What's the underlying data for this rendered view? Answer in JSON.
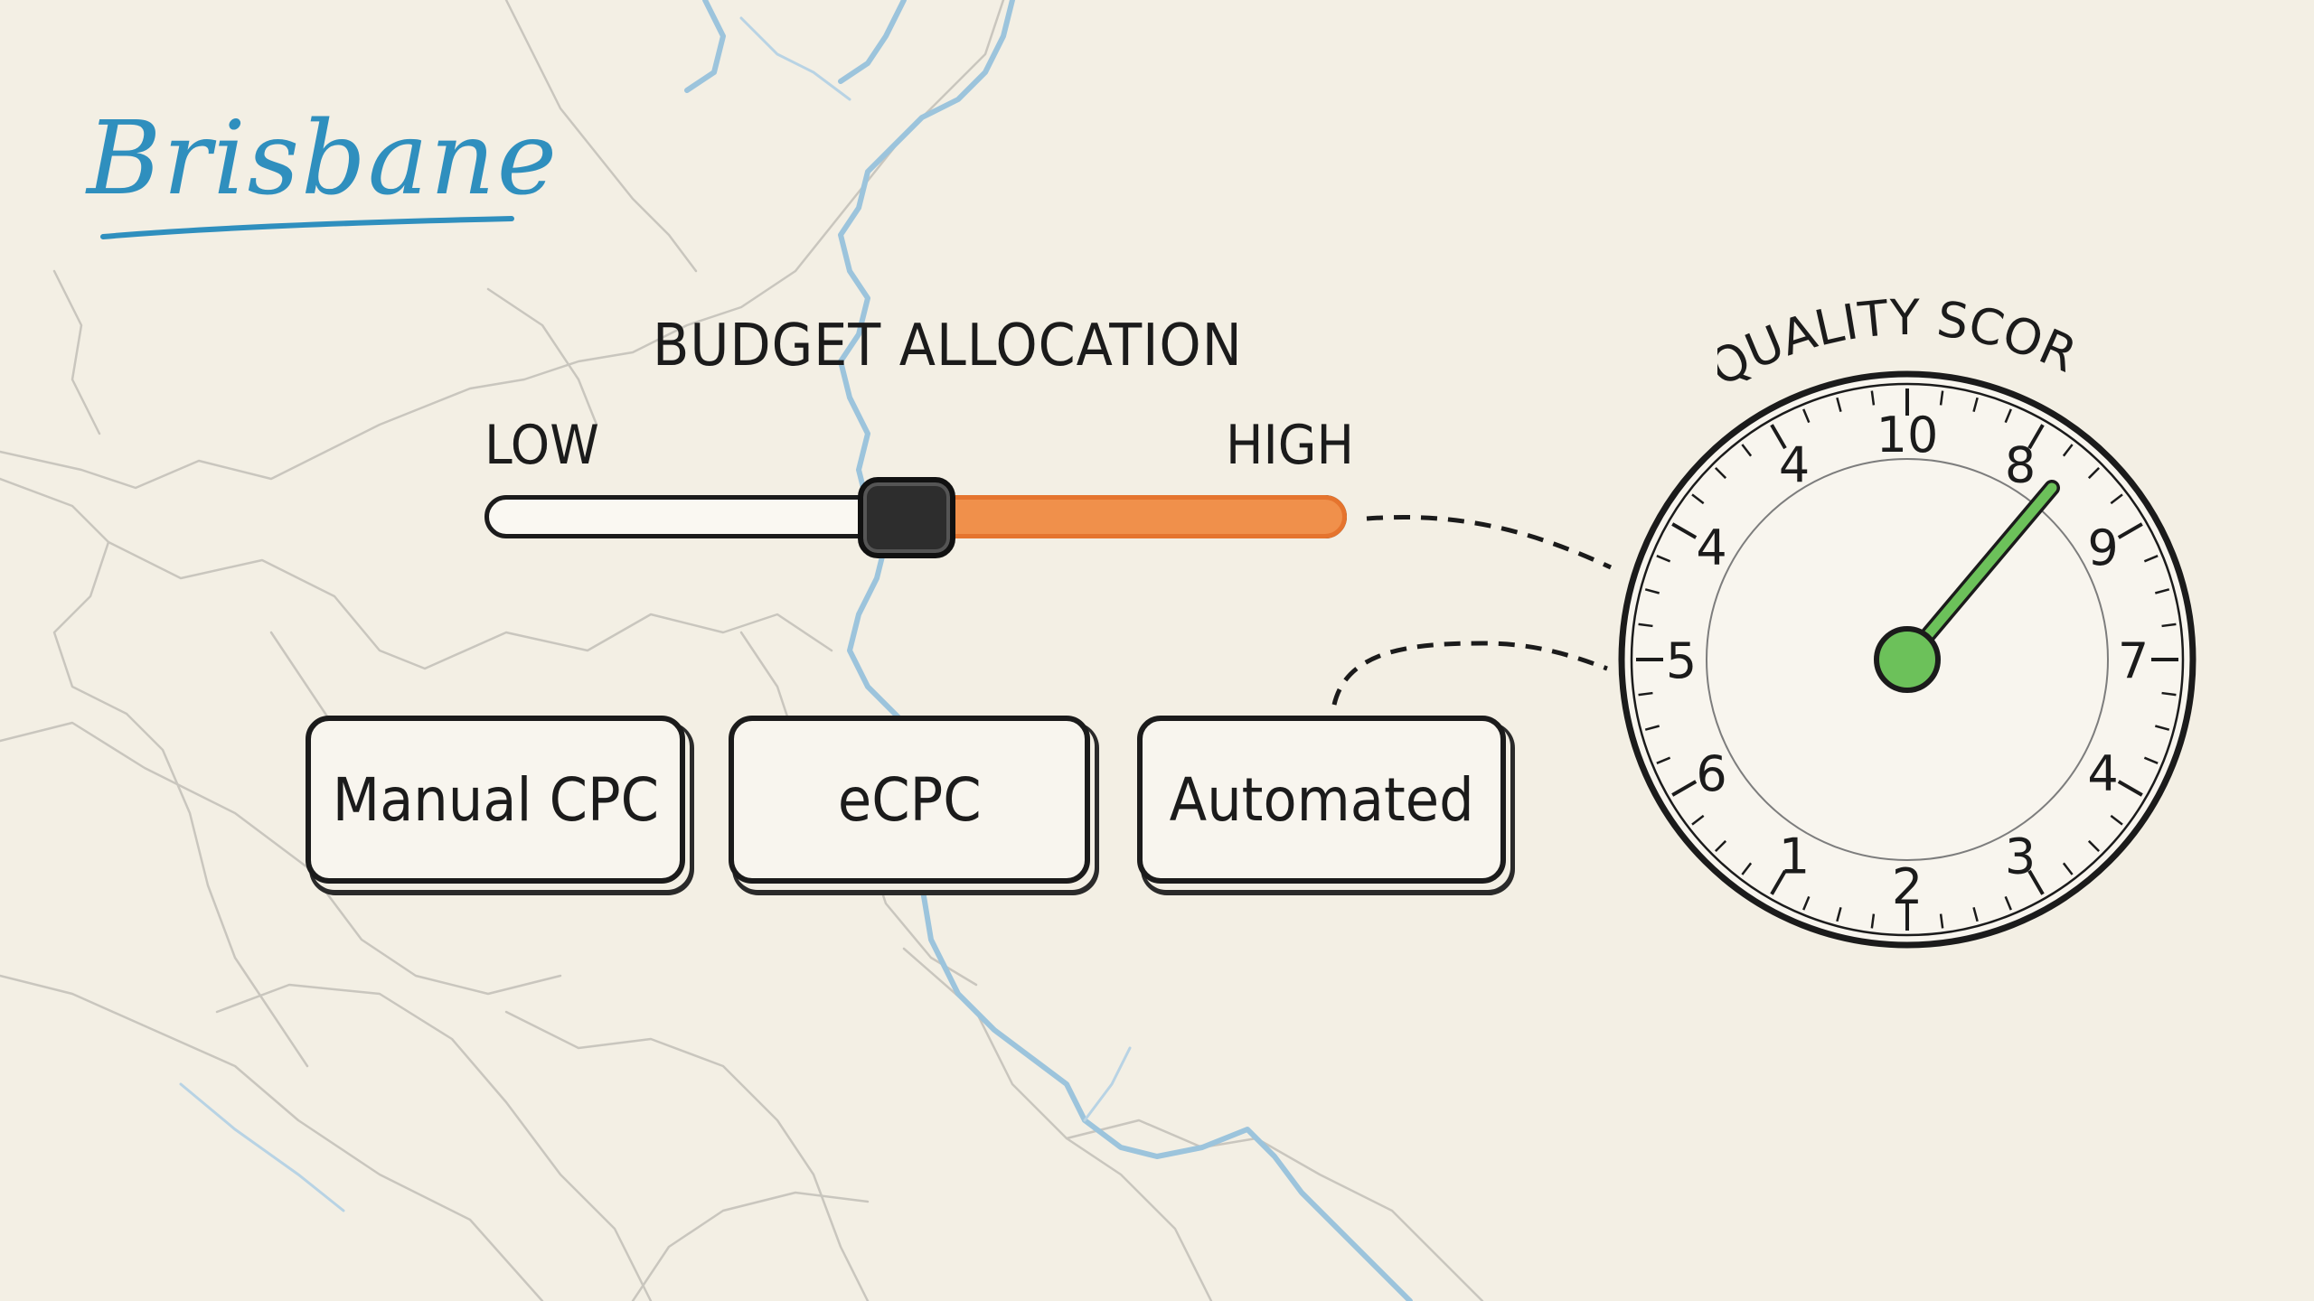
{
  "map": {
    "city": "Brisbane"
  },
  "budget": {
    "title": "BUDGET ALLOCATION",
    "low_label": "LOW",
    "high_label": "HIGH",
    "level": 0.49
  },
  "bidding": {
    "options": [
      "Manual CPC",
      "eCPC",
      "Automated"
    ]
  },
  "quality": {
    "title": "QUALITY SCORE",
    "dial_numbers": [
      "10",
      "8",
      "9",
      "7",
      "4",
      "3",
      "2",
      "1",
      "6",
      "5",
      "4",
      "4"
    ],
    "needle_color": "#6cc15a"
  },
  "colors": {
    "accent_orange": "#f0904b",
    "city_blue": "#2f8fbe",
    "river_blue": "#9cc4dc"
  }
}
